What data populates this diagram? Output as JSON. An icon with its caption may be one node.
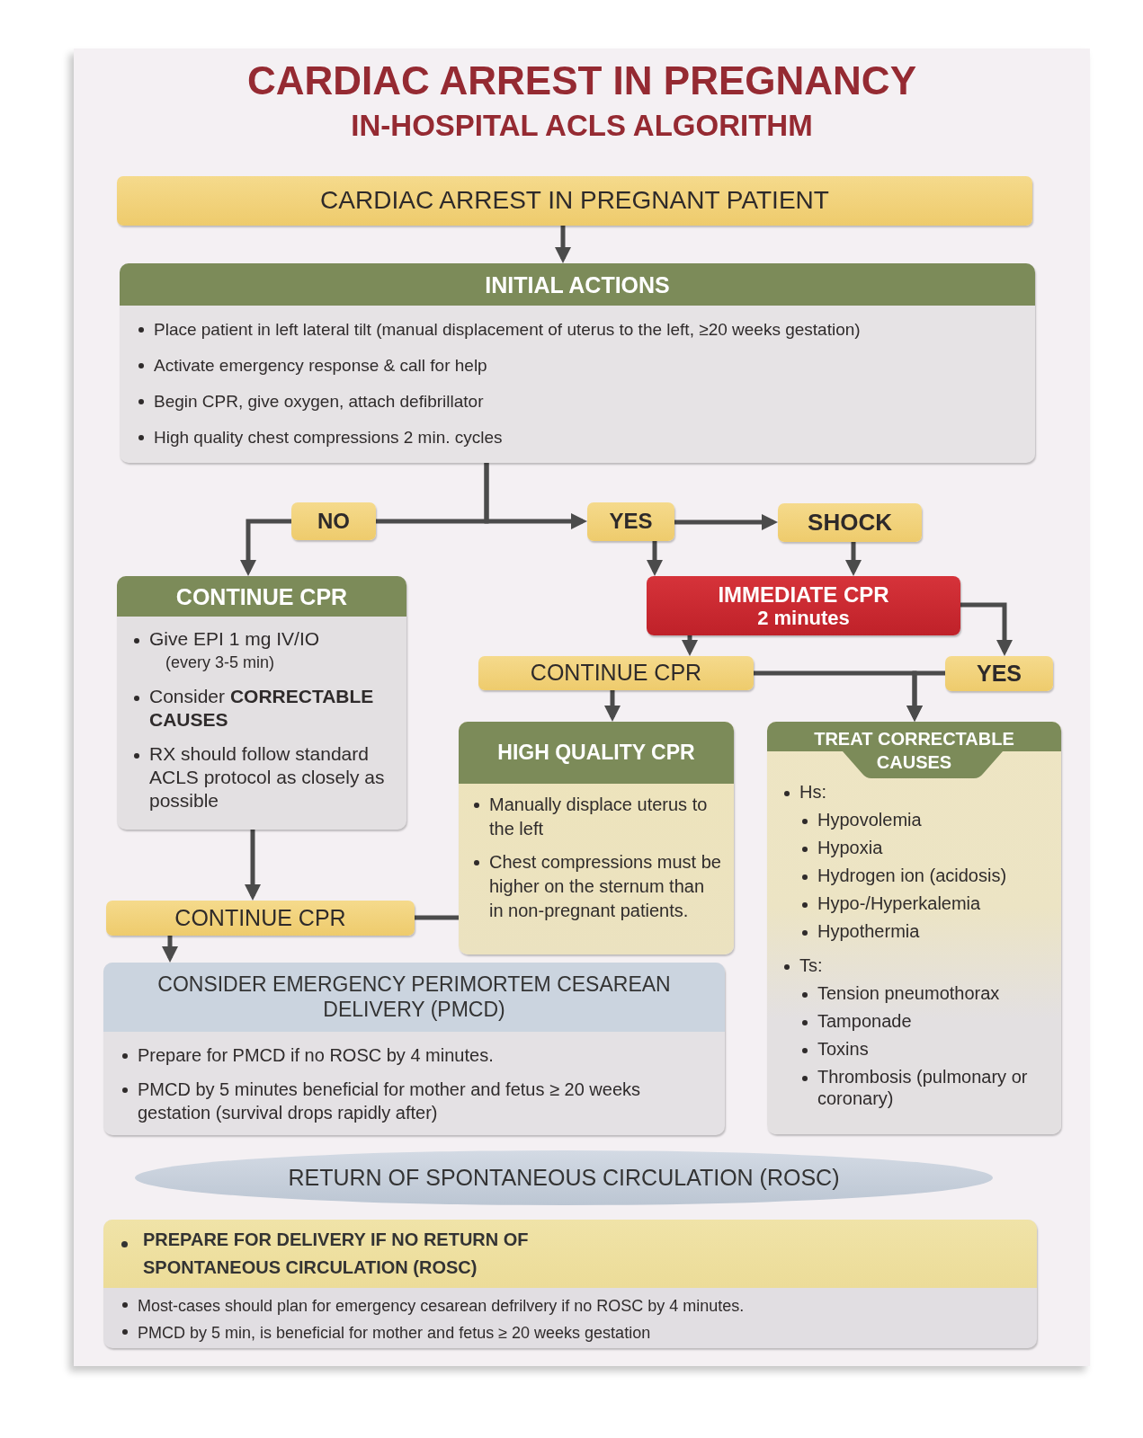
{
  "diagram": {
    "title": "CARDIAC ARREST IN PREGNANCY",
    "nodes": [
      {
        "text": [
          "CARDIAC ARREST IN PREGNANT PATIENT"
        ]
      },
      {
        "text": [
          "INITIAL ACTIONS",
          "Place patient in left lateral tilt (manual displacement of uterus to the left, ≥20 weeks gestation)",
          "Activate emergency response & call for help",
          "Begin CPR, give oxygen, attach defibrillator",
          "High quality chest compressions 2 min. cycles"
        ]
      },
      {
        "text": [
          "NO"
        ]
      },
      {
        "text": [
          "YES"
        ]
      },
      {
        "text": [
          "SHOCK"
        ]
      },
      {
        "text": [
          "CONTINUE CPR",
          "Give EPI 1 mg IV/IO",
          "(every 3-5 min)",
          "Consider **CORRECTABLE CAUSES**",
          "RX should follow standard ACLS protocol as closely as possible"
        ]
      },
      {
        "text": [
          "IMMEDIATE CPR",
          "2 minutes"
        ]
      },
      {
        "text": [
          "CONTINUE CPR"
        ]
      },
      {
        "text": [
          "YES"
        ]
      },
      {
        "text": [
          "HIGH QUALITY CPR",
          "Manually displace uterus to the left",
          "Chest compressions must be higher on the sternum than in non-pregnant patients."
        ]
      },
      {
        "text": [
          "TREAT CORRECTABLE CAUSES",
          "Hs:",
          "Hypovolemia",
          "Hypoxia",
          "Hydrogen ion (acidosis)",
          "Hypo-/Hyperkalemia",
          "Hypothermia",
          "Ts:",
          "Tension pneumothorax",
          "Tamponade",
          "Toxins",
          "Thrombosis (pulmonary or coronary)"
        ]
      },
      {
        "text": [
          "CONTINUE CPR"
        ]
      },
      {
        "text": [
          "CONSIDER EMERGENCY PERIMORTEM CESAREAN DELIVERY (PMCD)",
          "Prepare for PMCD if no ROSC by 4 minutes.",
          "PMCD by 5 minutes beneficial for mother and fetus ≥ 20 weeks gestation (survival drops rapidly after)"
        ]
      },
      {
        "text": [
          "RETURN OF SPONTANEOUS CIRCULATION (ROSC)"
        ]
      },
      {
        "text": [
          "PREPARE FOR DELIVERY IF NO RETURN OF SPONTANEOUS CIRCULATION (ROSC)",
          "Most-cases should plan for emergency cesarean defrilvery if no ROSC by 4 minutes.",
          "PMCD by 5 min, is beneficial for mother and fetus ≥ 20 weeks gestation"
        ]
      }
    ],
    "edges": [
      {
        "from": 0,
        "to": 1,
        "arrow": "to"
      },
      {
        "from": 1,
        "to": 2,
        "arrow": "none"
      },
      {
        "from": 1,
        "to": 3,
        "arrow": "to"
      },
      {
        "from": 2,
        "to": 5,
        "arrow": "to"
      },
      {
        "from": 3,
        "to": 4,
        "arrow": "to"
      },
      {
        "from": 3,
        "to": 6,
        "arrow": "to"
      },
      {
        "from": 4,
        "to": 6,
        "arrow": "to"
      },
      {
        "from": 6,
        "to": 8,
        "arrow": "to"
      },
      {
        "from": 6,
        "to": 7,
        "arrow": "to"
      },
      {
        "from": 7,
        "to": 9,
        "arrow": "to"
      },
      {
        "from": 7,
        "to": 10,
        "arrow": "to"
      },
      {
        "from": 8,
        "to": 10,
        "arrow": "to"
      },
      {
        "from": 5,
        "to": 11,
        "arrow": "to"
      },
      {
        "from": 11,
        "to": 9,
        "arrow": "none"
      },
      {
        "from": 11,
        "to": 12,
        "arrow": "to"
      }
    ],
    "labels": [
      "IN-HOSPITAL ACLS ALGORITHM"
    ]
  }
}
